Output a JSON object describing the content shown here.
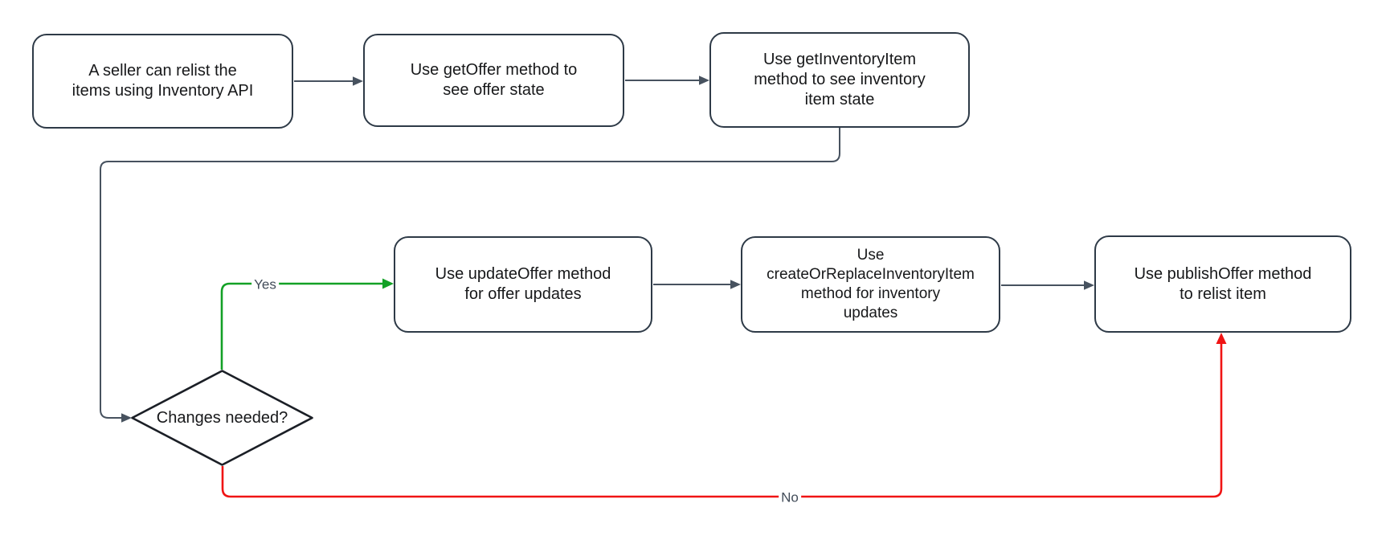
{
  "diagram": {
    "type": "flowchart",
    "colors": {
      "background": "#ffffff",
      "node_fill": "#ffffff",
      "node_border": "#2e3a47",
      "diamond_border": "#1b1f26",
      "node_text": "#17181a",
      "connector": "#47525f",
      "yes_green": "#13a126",
      "no_red": "#f01414",
      "label_text": "#424c59"
    },
    "nodes": [
      {
        "id": "start",
        "type": "rounded-rect",
        "label": "A seller can relist the items using Inventory API",
        "lines": [
          "A seller can relist the",
          "items using Inventory API"
        ]
      },
      {
        "id": "get-offer",
        "type": "rounded-rect",
        "label": "Use getOffer method to see offer state",
        "lines": [
          "Use getOffer method to",
          "see offer state"
        ]
      },
      {
        "id": "get-inventory-item",
        "type": "rounded-rect",
        "label": "Use getInventoryItem method to see inventory item state",
        "lines": [
          "Use getInventoryItem",
          "method to see inventory",
          "item state"
        ]
      },
      {
        "id": "changes-needed",
        "type": "decision-diamond",
        "label": "Changes needed?",
        "lines": [
          "Changes needed?"
        ]
      },
      {
        "id": "update-offer",
        "type": "rounded-rect",
        "label": "Use updateOffer method for offer updates",
        "lines": [
          "Use updateOffer method",
          "for offer updates"
        ]
      },
      {
        "id": "create-or-replace-inventory-item",
        "type": "rounded-rect",
        "label": "Use createOrReplaceInventoryItem method for inventory updates",
        "lines": [
          "Use",
          "createOrReplaceInventoryItem",
          "method for inventory",
          "updates"
        ]
      },
      {
        "id": "publish-offer",
        "type": "rounded-rect",
        "label": "Use publishOffer method to relist item",
        "lines": [
          "Use publishOffer method",
          "to relist item"
        ]
      }
    ],
    "edges": [
      {
        "from": "start",
        "to": "get-offer",
        "label": "",
        "color": "gray"
      },
      {
        "from": "get-offer",
        "to": "get-inventory-item",
        "label": "",
        "color": "gray"
      },
      {
        "from": "get-inventory-item",
        "to": "changes-needed",
        "label": "",
        "color": "gray"
      },
      {
        "from": "changes-needed",
        "to": "update-offer",
        "label": "Yes",
        "color": "green"
      },
      {
        "from": "update-offer",
        "to": "create-or-replace-inventory-item",
        "label": "",
        "color": "gray"
      },
      {
        "from": "create-or-replace-inventory-item",
        "to": "publish-offer",
        "label": "",
        "color": "gray"
      },
      {
        "from": "changes-needed",
        "to": "publish-offer",
        "label": "No",
        "color": "red"
      }
    ]
  }
}
